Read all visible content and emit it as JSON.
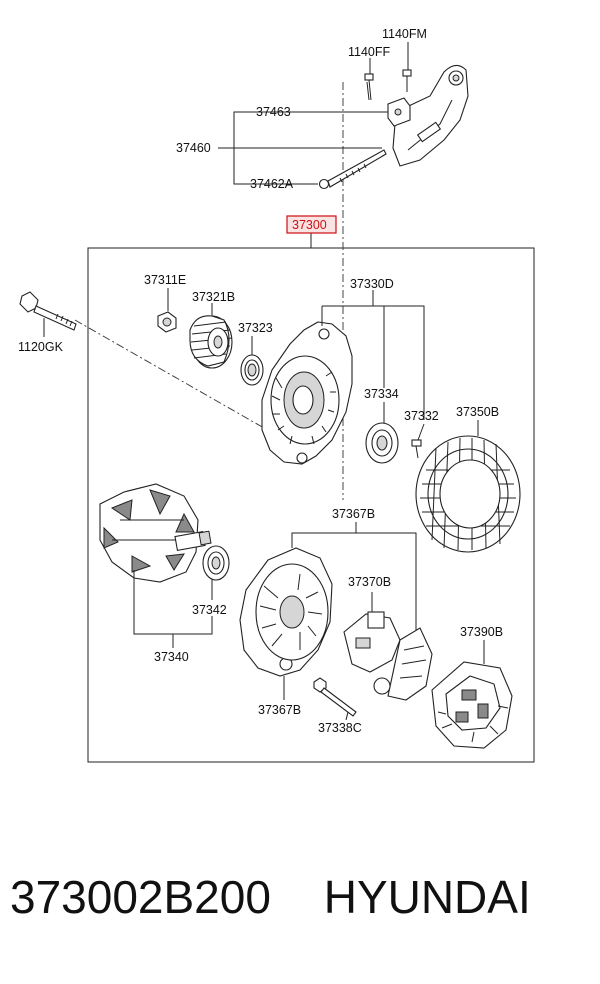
{
  "diagram": {
    "labels": {
      "p1140FM": "1140FM",
      "p1140FF": "1140FF",
      "p37463": "37463",
      "p37460": "37460",
      "p37462A": "37462A",
      "p37300": "37300",
      "p37311E": "37311E",
      "p37321B": "37321B",
      "p37330D": "37330D",
      "p1120GK": "1120GK",
      "p37323": "37323",
      "p37334": "37334",
      "p37332": "37332",
      "p37350B": "37350B",
      "p37367B_top": "37367B",
      "p37370B": "37370B",
      "p37342": "37342",
      "p37390B": "37390B",
      "p37340": "37340",
      "p37367B_bot": "37367B",
      "p37338C": "37338C"
    },
    "highlight_color": "#cc1111"
  },
  "caption": {
    "part_number": "373002B200",
    "brand": "HYUNDAI"
  }
}
